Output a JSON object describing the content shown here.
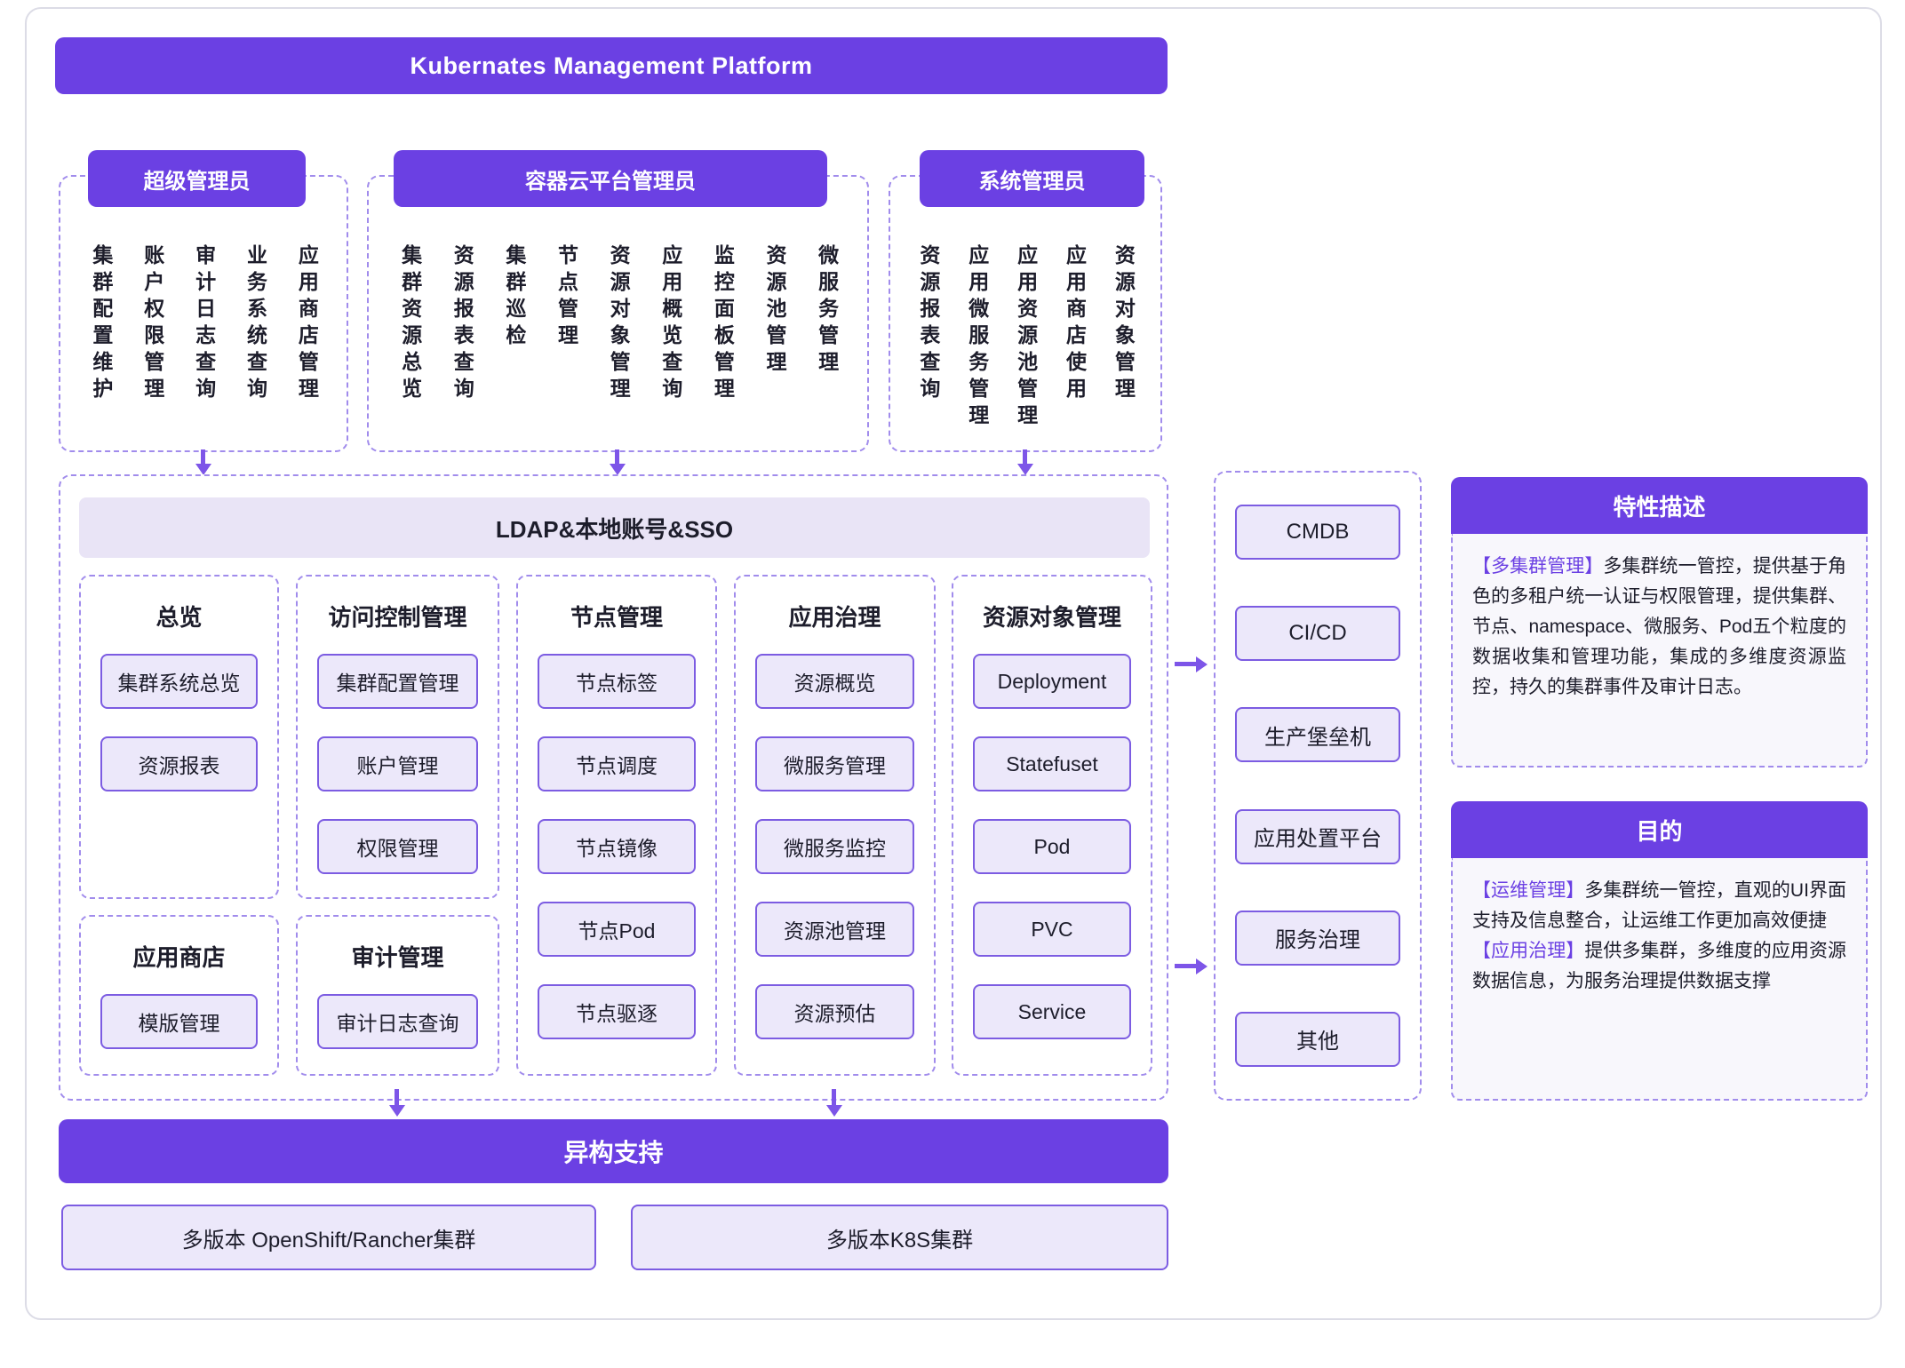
{
  "title": "Kubernates Management Platform",
  "roles": [
    {
      "name": "超级管理员",
      "items": [
        "集群配置维护",
        "账户权限管理",
        "审计日志查询",
        "业务系统查询",
        "应用商店管理"
      ]
    },
    {
      "name": "容器云平台管理员",
      "items": [
        "集群资源总览",
        "资源报表查询",
        "集群巡检",
        "节点管理",
        "资源对象管理",
        "应用概览查询",
        "监控面板管理",
        "资源池管理",
        "微服务管理"
      ]
    },
    {
      "name": "系统管理员",
      "items": [
        "资源报表查询",
        "应用微服务管理",
        "应用资源池管理",
        "应用商店使用",
        "资源对象管理"
      ]
    }
  ],
  "auth_bar": "LDAP&本地账号&SSO",
  "modules": [
    {
      "title": "总览",
      "items": [
        "集群系统总览",
        "资源报表"
      ]
    },
    {
      "title": "访问控制管理",
      "items": [
        "集群配置管理",
        "账户管理",
        "权限管理"
      ]
    },
    {
      "title": "节点管理",
      "items": [
        "节点标签",
        "节点调度",
        "节点镜像",
        "节点Pod",
        "节点驱逐"
      ]
    },
    {
      "title": "应用治理",
      "items": [
        "资源概览",
        "微服务管理",
        "微服务监控",
        "资源池管理",
        "资源预估"
      ]
    },
    {
      "title": "资源对象管理",
      "items": [
        "Deployment",
        "Statefuset",
        "Pod",
        "PVC",
        "Service"
      ]
    },
    {
      "title": "应用商店",
      "items": [
        "模版管理"
      ]
    },
    {
      "title": "审计管理",
      "items": [
        "审计日志查询"
      ]
    }
  ],
  "integrations": [
    "CMDB",
    "CI/CD",
    "生产堡垒机",
    "应用处置平台",
    "服务治理",
    "其他"
  ],
  "feature_panel": {
    "title": "特性描述",
    "tag": "【多集群管理】",
    "text": "多集群统一管控，提供基于角色的多租户统一认证与权限管理，提供集群、节点、namespace、微服务、Pod五个粒度的数据收集和管理功能，集成的多维度资源监控，持久的集群事件及审计日志。"
  },
  "purpose_panel": {
    "title": "目的",
    "segments": [
      {
        "tag": "【运维管理】",
        "text": "多集群统一管控，直观的UI界面支持及信息整合，让运维工作更加高效便捷"
      },
      {
        "tag": "【应用治理】",
        "text": "提供多集群，多维度的应用资源数据信息，为服务治理提供数据支撑"
      }
    ]
  },
  "hetero_bar": "异构支持",
  "clusters": [
    "多版本 OpenShift/Rancher集群",
    "多版本K8S集群"
  ],
  "colors": {
    "primary": "#6B40E3",
    "light_fill": "#ECE8FA",
    "box_border": "#7C5CE2",
    "dashed_border": "#A18CEC",
    "arrow": "#7D55E8"
  }
}
